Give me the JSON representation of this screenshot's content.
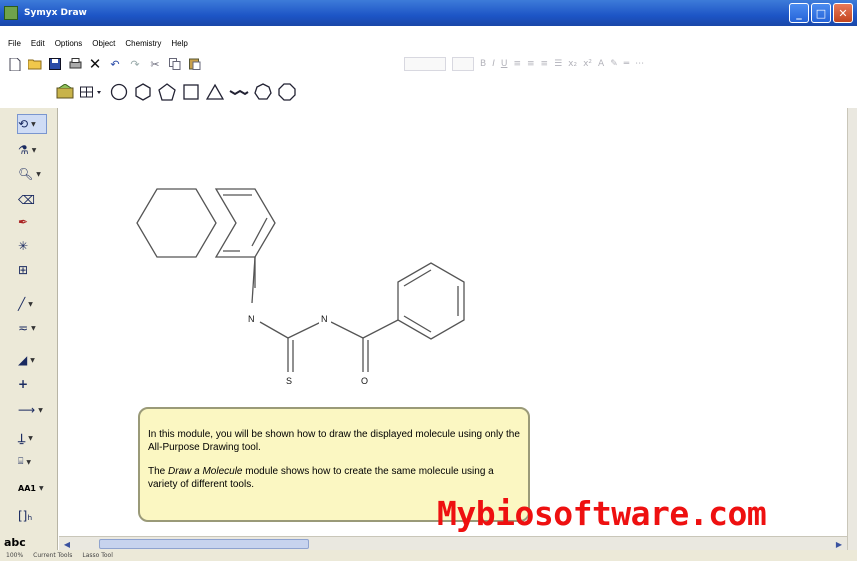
{
  "window": {
    "title": "Symyx Draw",
    "buttons": [
      "minimize",
      "maximize",
      "close"
    ]
  },
  "menu": {
    "items": [
      "File",
      "Edit",
      "Options",
      "Object",
      "Chemistry",
      "Help"
    ]
  },
  "toolbar": {
    "icons": [
      "new-icon",
      "open-icon",
      "save-icon",
      "print-icon",
      "delete-icon",
      "undo-icon",
      "redo-icon",
      "cut-icon",
      "copy-icon",
      "paste-icon"
    ],
    "text_format_icons": [
      "bold-icon",
      "italic-icon",
      "underline-icon",
      "align-left-icon",
      "align-center-icon",
      "align-right-icon",
      "subscript-icon",
      "superscript-icon",
      "color-icon"
    ]
  },
  "shapes_toolbar": {
    "items": [
      "template-icon",
      "grid-icon",
      "circle-icon",
      "hexagon-icon",
      "pentagon-icon",
      "square-icon",
      "triangle-icon",
      "chain-icon",
      "heptagon-icon",
      "octagon-icon"
    ]
  },
  "left_tools": {
    "items": [
      "lasso-icon",
      "chemistry-tool-icon",
      "zoom-icon",
      "eraser-icon",
      "pen-bond-icon",
      "atom-map-icon",
      "bracket-icon",
      "line-icon",
      "double-line-icon",
      "wedge-bond-icon",
      "plus-icon",
      "arrow-icon",
      "charge-icon",
      "ring-template-icon",
      "atom-label-icon",
      "text-subscript-icon"
    ],
    "text_tool_label": "abc",
    "charge_tool_label": "AA1"
  },
  "molecule": {
    "atom_labels": {
      "n1": "N",
      "n2": "N",
      "s": "S",
      "o": "O"
    }
  },
  "info_box": {
    "paragraph1": "In this module, you will be shown how to draw the displayed molecule using only the All-Purpose Drawing tool.",
    "paragraph2_prefix": "The ",
    "paragraph2_italic": "Draw a Molecule",
    "paragraph2_suffix": " module shows how to create the same molecule using a variety of different tools."
  },
  "watermark": "Mybiosoftware.com",
  "status_bar": {
    "items": [
      "100%",
      "Current Tools",
      "Lasso Tool"
    ]
  },
  "colors": {
    "titlebar": "#1d55c6",
    "info_box_bg": "#fbf7c2",
    "watermark": "#ee1010",
    "bond": "#555555"
  }
}
